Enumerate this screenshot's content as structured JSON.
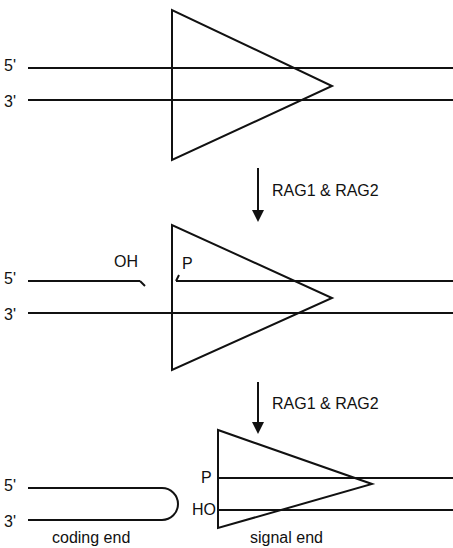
{
  "diagram": {
    "labels": [
      "5'",
      "3'",
      "RAG1 & RAG2",
      "OH",
      "P",
      "5'",
      "3'",
      "RAG1 & RAG2",
      "5'",
      "3'",
      "P",
      "HO",
      "coding end",
      "signal end"
    ]
  }
}
